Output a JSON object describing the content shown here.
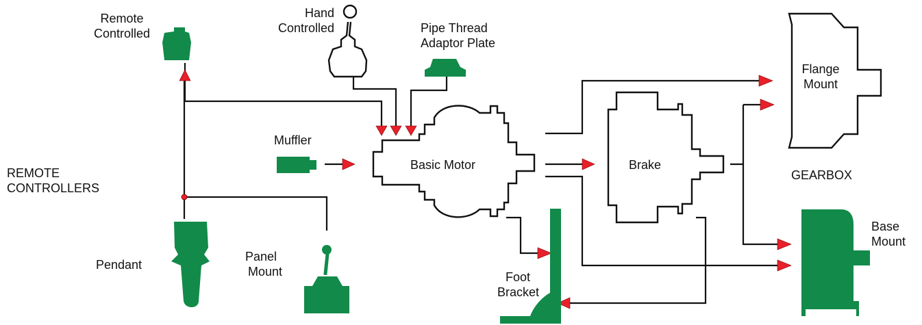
{
  "labels": {
    "remote_controlled": [
      "Remote",
      "Controlled"
    ],
    "hand_controlled": [
      "Hand",
      "Controlled"
    ],
    "pipe_thread": [
      "Pipe Thread",
      "Adaptor Plate"
    ],
    "muffler": "Muffler",
    "basic_motor": "Basic Motor",
    "brake": "Brake",
    "flange_mount": [
      "Flange",
      "Mount"
    ],
    "gearbox": "GEARBOX",
    "base_mount": [
      "Base",
      "Mount"
    ],
    "remote_controllers": [
      "REMOTE",
      "CONTROLLERS"
    ],
    "pendant": "Pendant",
    "panel_mount": [
      "Panel",
      "Mount"
    ],
    "foot_bracket": [
      "Foot",
      "Bracket"
    ]
  },
  "colors": {
    "component_fill": "#128a4a",
    "arrow_fill": "#e8202a",
    "line": "#111111",
    "background": "#ffffff"
  }
}
